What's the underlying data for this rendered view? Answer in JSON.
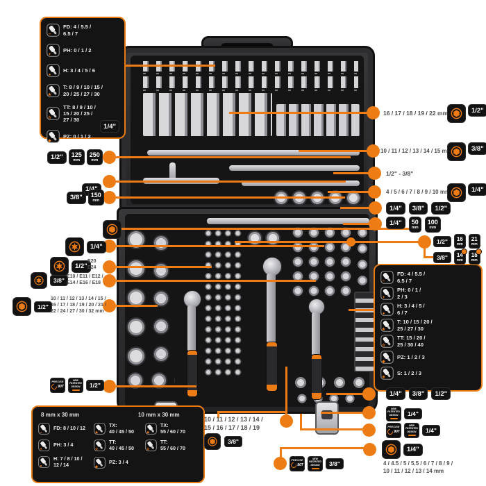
{
  "accent": "#ee7c15",
  "spec_top": {
    "drive": "1/4\"",
    "rows": [
      {
        "symbol": "−",
        "label": "FD: 4 / 5.5 /\n6.5 / 7"
      },
      {
        "symbol": "+",
        "label": "PH: 0 / 1 / 2"
      },
      {
        "symbol": "●",
        "label": "H: 3 / 4 / 5 / 6"
      },
      {
        "symbol": "★",
        "label": "T: 8 / 9 / 10 / 15 /\n20 / 25 / 27 / 30"
      },
      {
        "symbol": "☆",
        "label": "TT: 8 / 9 / 10 /\n15 / 20 / 25 /\n27 / 30"
      },
      {
        "symbol": "◆",
        "label": "PZ: 0 / 1 / 2"
      }
    ]
  },
  "spec_right": {
    "rows": [
      {
        "symbol": "−",
        "label": "FD: 4 / 5.5 /\n6.5 / 7"
      },
      {
        "symbol": "+",
        "label": "PH: 0 / 1 /\n2 / 3"
      },
      {
        "symbol": "●",
        "label": "H: 3 / 4 / 5 /\n6 / 7"
      },
      {
        "symbol": "★",
        "label": "T: 10 / 15 / 20 /\n25 / 27 / 30"
      },
      {
        "symbol": "☆",
        "label": "TT: 15 / 20 /\n25 / 30 / 40"
      },
      {
        "symbol": "◆",
        "label": "PZ: 1 / 2 / 3"
      },
      {
        "symbol": "✳",
        "label": "S: 1 / 2 / 3"
      }
    ]
  },
  "spec_bottom": {
    "header_left": "8 mm x 30 mm",
    "header_right": "10 mm x 30 mm",
    "col1": [
      {
        "symbol": "−",
        "label": "FD: 8 / 10 / 12"
      },
      {
        "symbol": "+",
        "label": "PH: 3 / 4"
      },
      {
        "symbol": "●",
        "label": "H: 7 / 8 / 10 /\n12 / 14"
      }
    ],
    "col2": [
      {
        "symbol": "★",
        "label": "TX:\n40 / 45 / 50"
      },
      {
        "symbol": "☆",
        "label": "TT:\n40 / 45 / 50"
      },
      {
        "symbol": "◆",
        "label": "PZ: 3 / 4"
      }
    ],
    "col3": [
      {
        "symbol": "★",
        "label": "TX:\n55 / 60 / 70"
      },
      {
        "symbol": "☆",
        "label": "TT:\n55 / 60 / 70"
      }
    ]
  },
  "right_callouts": {
    "r1": {
      "label": "16 / 17 / 18 / 19 / 22 mm",
      "drive": "1/2\""
    },
    "r2": {
      "label": "10 / 11 / 12 / 13 / 14 / 15 mm",
      "drive": "3/8\""
    },
    "r3": {
      "label": "1/2\" - 3/8\""
    },
    "r4": {
      "label": "4 / 5 / 6 / 7 / 8 / 9 / 10 mm",
      "drive": "1/4\""
    },
    "r5": {
      "d1": "1/4\"",
      "d2": "3/8\"",
      "d3": "1/2\""
    },
    "r6": {
      "drive": "1/4\"",
      "s1": "50",
      "s2": "100",
      "unit": "mm"
    },
    "r7": {
      "drive": "1/2\"",
      "s1": "16",
      "s2": "21",
      "unit": "mm"
    },
    "r8": {
      "drive": "3/8\"",
      "s1": "14",
      "s2": "18",
      "unit": "mm"
    }
  },
  "left_callouts": {
    "l1": {
      "drive": "1/2\"",
      "s1": "125",
      "s2": "250",
      "unit": "mm"
    },
    "l2": {
      "drive": "1/4\""
    },
    "l3": {
      "drive": "3/8\"",
      "s1": "150",
      "unit": "mm"
    },
    "l5": {
      "drive": "1/4\""
    },
    "l6": {
      "drive": "1/2\"",
      "label": "E20\nE24"
    },
    "l7": {
      "drive": "3/8\"",
      "label": "E10 / E11 / E12 /\nE14 / E16 / E18"
    },
    "l8": {
      "drive": "1/2\"",
      "label": "10 / 11 / 12 / 13 / 14 / 15 /\n16 / 17 / 18 / 19 / 20 / 21 /\n22 / 24 / 27 / 30 / 32 mm"
    },
    "l9": {
      "drive": "1/2\""
    }
  },
  "bottom_callouts": {
    "bc1": {
      "label": "10 / 11 / 12 / 13 / 14 /\n15 / 16 / 17 / 18 / 19",
      "drive": "3/8\""
    },
    "bc2": {
      "drive": "3/8\""
    }
  },
  "bottom_right_callouts": {
    "br1": {
      "d1": "1/4\"",
      "d2": "3/8\"",
      "d3": "1/2\""
    },
    "br2": {
      "drive": "1/4\""
    },
    "br3": {
      "drive": "1/4\""
    },
    "br4": {
      "drive": "1/4\"",
      "label": "4 / 4.5 / 5 / 5.5 / 6 / 7 / 8 / 9 /\n10 / 11 / 12 / 13 / 14 mm"
    }
  },
  "feature_badges": {
    "precise_line1": "PRECISE",
    "precise_line2": "90T",
    "patent_line1": "NEW",
    "patent_line2": "PATENTED",
    "patent_line3": "DESIGN"
  }
}
